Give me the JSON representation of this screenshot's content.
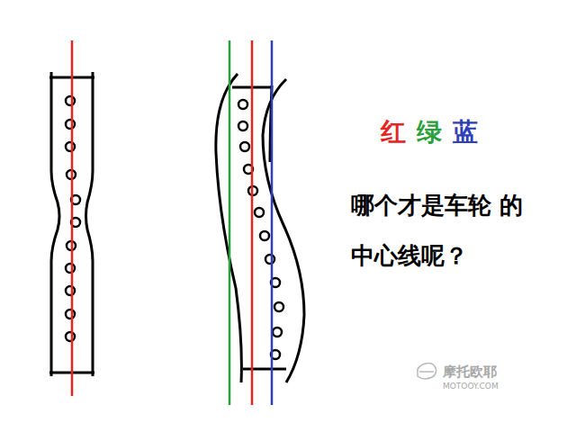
{
  "diagram": {
    "labels": [
      "红",
      "绿",
      "蓝",
      "哪个才是车轮 的中心线呢？",
      "摩托欧耶",
      "MOTOOY.COM"
    ]
  }
}
